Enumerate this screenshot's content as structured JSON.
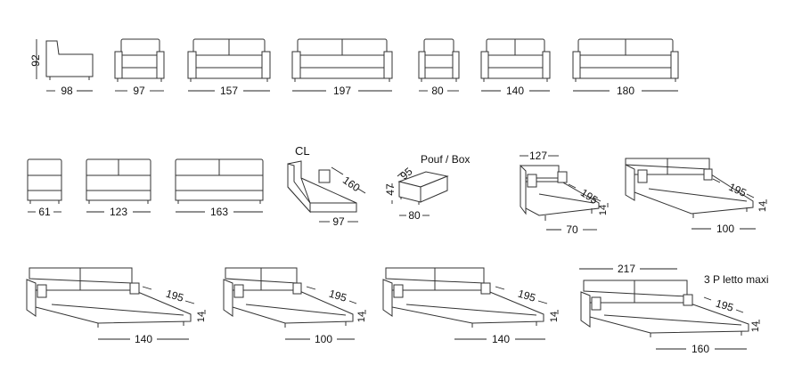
{
  "row1": {
    "height": "92",
    "widths": [
      "98",
      "97",
      "157",
      "197",
      "80",
      "140",
      "180"
    ]
  },
  "row2": {
    "widths": [
      "61",
      "123",
      "163"
    ],
    "cl": {
      "label": "CL",
      "length": "160",
      "width": "97"
    },
    "pouf": {
      "label": "Pouf / Box",
      "depth": "95",
      "height": "47",
      "width": "80"
    },
    "bed1": {
      "top": "127",
      "mattress": "195",
      "leg": "14",
      "width": "70"
    },
    "bed2": {
      "mattress": "195",
      "leg": "14",
      "width": "100"
    }
  },
  "row3": {
    "beds": [
      {
        "mattress": "195",
        "leg": "14",
        "width": "140"
      },
      {
        "mattress": "195",
        "leg": "14",
        "width": "100"
      },
      {
        "mattress": "195",
        "leg": "14",
        "width": "140"
      },
      {
        "mattress": "195",
        "leg": "14",
        "width": "160",
        "top": "217",
        "label": "3 P letto maxi"
      }
    ]
  }
}
